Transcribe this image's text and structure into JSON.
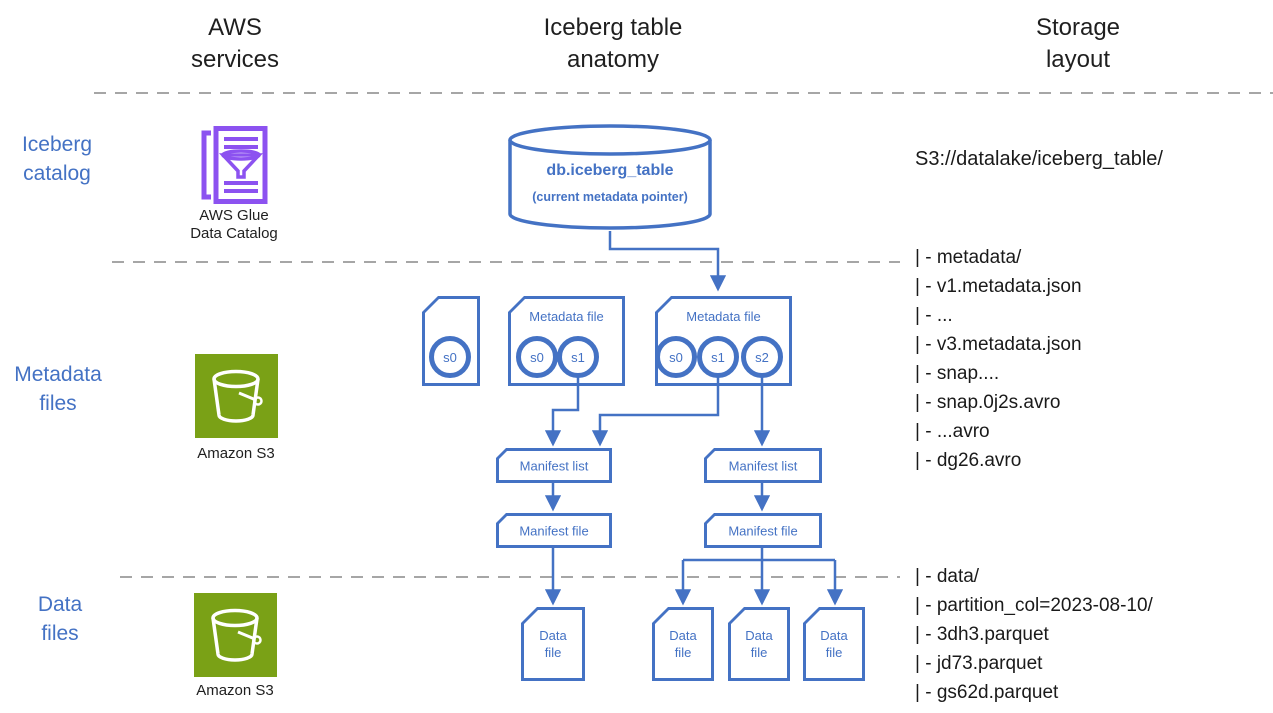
{
  "columns": {
    "aws_services": "AWS\nservices",
    "anatomy": "Iceberg table\nanatomy",
    "storage": "Storage\nlayout"
  },
  "rows": {
    "catalog": "Iceberg\ncatalog",
    "metadata": "Metadata\nfiles",
    "data": "Data\nfiles"
  },
  "aws": {
    "glue_label": "AWS Glue\nData Catalog",
    "s3_label_top": "Amazon S3",
    "s3_label_bottom": "Amazon S3"
  },
  "anatomy": {
    "db": {
      "title": "db.iceberg_table",
      "subtitle": "(current metadata pointer)"
    },
    "metadata_files": [
      {
        "label": "",
        "snapshots": [
          "s0"
        ]
      },
      {
        "label": "Metadata file",
        "snapshots": [
          "s0",
          "s1"
        ]
      },
      {
        "label": "Metadata file",
        "snapshots": [
          "s0",
          "s1",
          "s2"
        ]
      }
    ],
    "manifest_lists": [
      "Manifest list",
      "Manifest list"
    ],
    "manifest_files": [
      "Manifest file",
      "Manifest file"
    ],
    "data_files": [
      "Data\nfile",
      "Data\nfile",
      "Data\nfile",
      "Data\nfile"
    ]
  },
  "storage": {
    "root": "S3://datalake/iceberg_table/",
    "metadata_dir": "| - metadata/",
    "metadata_children": [
      "| - v1.metadata.json",
      "| - ...",
      "| - v3.metadata.json",
      "| - snap....",
      "| - snap.0j2s.avro",
      "| - ...avro",
      "| - dg26.avro"
    ],
    "data_dir": "| - data/",
    "partition": "| - partition_col=2023-08-10/",
    "data_children": [
      "| - 3dh3.parquet",
      "| - jd73.parquet",
      "| - gs62d.parquet"
    ]
  },
  "colors": {
    "accent_blue": "#4472C4",
    "glue_purple": "#8C52F0",
    "s3_green": "#7AA116",
    "dash_gray": "#A6A6A6",
    "text_black": "#1F1F1F"
  }
}
